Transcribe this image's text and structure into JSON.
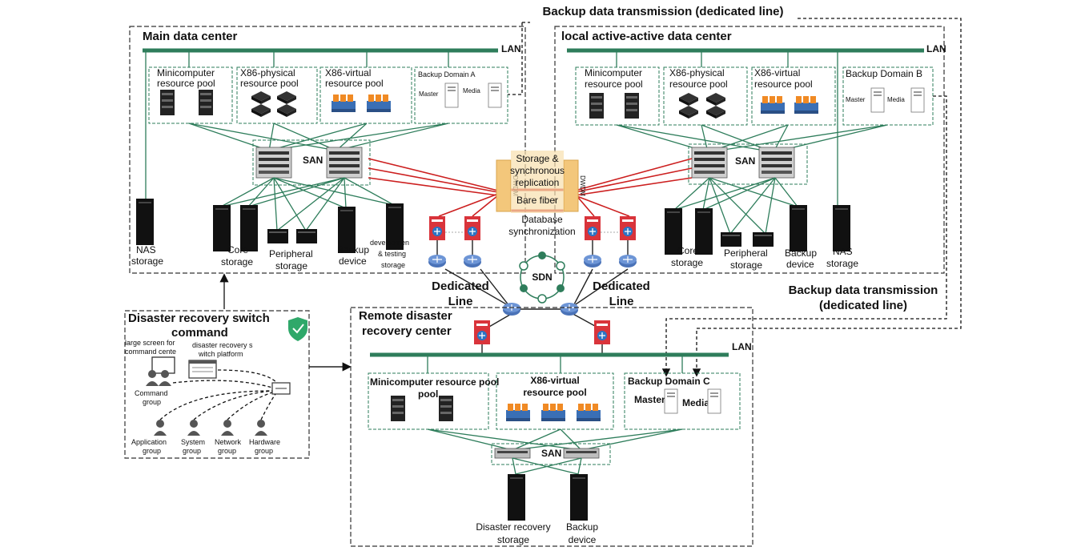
{
  "top_link": "Backup data transmission (dedicated line)",
  "right_link": [
    "Backup data transmission",
    "(dedicated line)"
  ],
  "main": {
    "title": "Main data center",
    "lan": "LAN",
    "pools": {
      "mini": [
        "Minicomputer",
        "resource pool"
      ],
      "x86p": [
        "X86-physical",
        "resource pool"
      ],
      "x86v": [
        "X86-virtual",
        "resource pool"
      ],
      "backup": "Backup Domain A",
      "master": "Master",
      "media": "Media"
    },
    "san": "SAN",
    "storage": {
      "nas": [
        "NAS",
        "storage"
      ],
      "core": [
        "Core",
        "storage"
      ],
      "peripheral": [
        "Peripheral",
        "storage"
      ],
      "backup": [
        "Backup",
        "device"
      ],
      "dev": [
        "developmen",
        "& testing",
        "storage"
      ]
    }
  },
  "local": {
    "title": "local active-active data center",
    "lan": "LAN",
    "pools": {
      "mini": [
        "Minicomputer",
        "resource pool"
      ],
      "x86p": [
        "X86-physical",
        "resource pool"
      ],
      "x86v": [
        "X86-virtual",
        "resource pool"
      ],
      "backup": "Backup Domain B",
      "master": "Master",
      "media": "Media"
    },
    "san": "SAN",
    "storage": {
      "core": [
        "Core",
        "storage"
      ],
      "peripheral": [
        "Peripheral",
        "storage"
      ],
      "backup": [
        "Backup",
        "device"
      ],
      "nas": [
        "NAS",
        "storage"
      ]
    }
  },
  "middle": {
    "storage_rep": [
      "Storage &",
      "synchronous",
      "replication"
    ],
    "bare_fiber": "Bare fiber",
    "db_sync": [
      "Database",
      "synchronization"
    ],
    "dwdm": "DWDM",
    "sdn": "SDN",
    "dedicated_left": [
      "Dedicated",
      "Line"
    ],
    "dedicated_right": [
      "Dedicated",
      "Line"
    ]
  },
  "command": {
    "title": [
      "Disaster recovery switch",
      "command"
    ],
    "large_screen": [
      "large screen for",
      "command cente"
    ],
    "platform": [
      "disaster recovery s",
      "witch platform"
    ],
    "command_group": [
      "Command",
      "group"
    ],
    "groups": [
      [
        "Application",
        "group"
      ],
      [
        "System",
        "group"
      ],
      [
        "Network",
        "group"
      ],
      [
        "Hardware",
        "group"
      ]
    ]
  },
  "remote": {
    "title": [
      "Remote disaster",
      "recovery center"
    ],
    "lan": "LAN",
    "pools": {
      "mini": "Minicomputer resource pool",
      "mini_wrap": [
        "Minicomputer resource",
        "pool"
      ],
      "x86v": [
        "X86-virtual",
        "resource pool"
      ],
      "backup": "Backup Domain C",
      "master": "Master",
      "media": "Media"
    },
    "san": "SAN",
    "storage": {
      "dr": [
        "Disaster recovery",
        "storage"
      ],
      "backup": [
        "Backup",
        "device"
      ]
    }
  },
  "colors": {
    "network": "#2e7d5b",
    "fiber": "#cc1f1f",
    "dwdm": "#f3c77b",
    "shield": "#2fa86a"
  }
}
